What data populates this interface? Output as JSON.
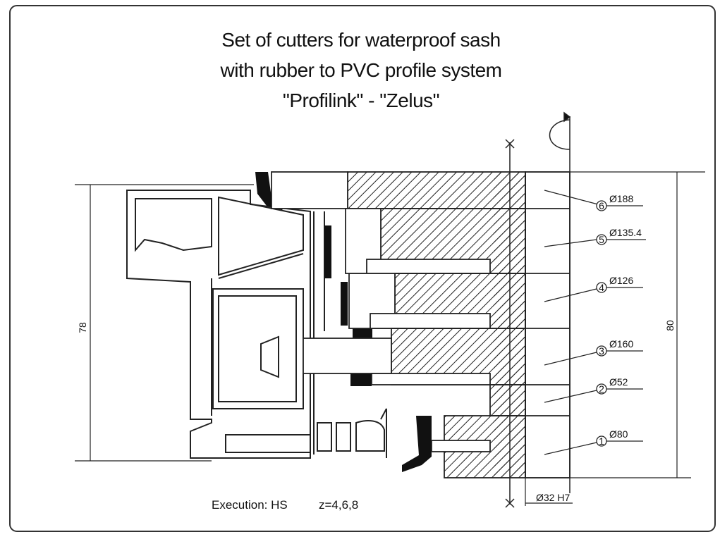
{
  "title": {
    "line1": "Set of cutters for waterproof sash",
    "line2": "with rubber to  PVC profile system",
    "line3": "\"Profilink\" - \"Zelus\""
  },
  "dimensions": {
    "left_height": "78",
    "right_height": "80",
    "bore": "Ø32 H7"
  },
  "cutters": [
    {
      "num": "6",
      "dia": "Ø188"
    },
    {
      "num": "5",
      "dia": "Ø135.4"
    },
    {
      "num": "4",
      "dia": "Ø126"
    },
    {
      "num": "3",
      "dia": "Ø160"
    },
    {
      "num": "2",
      "dia": "Ø52"
    },
    {
      "num": "1",
      "dia": "Ø80"
    }
  ],
  "execution": {
    "label": "Execution: HS",
    "teeth": "z=4,6,8"
  }
}
